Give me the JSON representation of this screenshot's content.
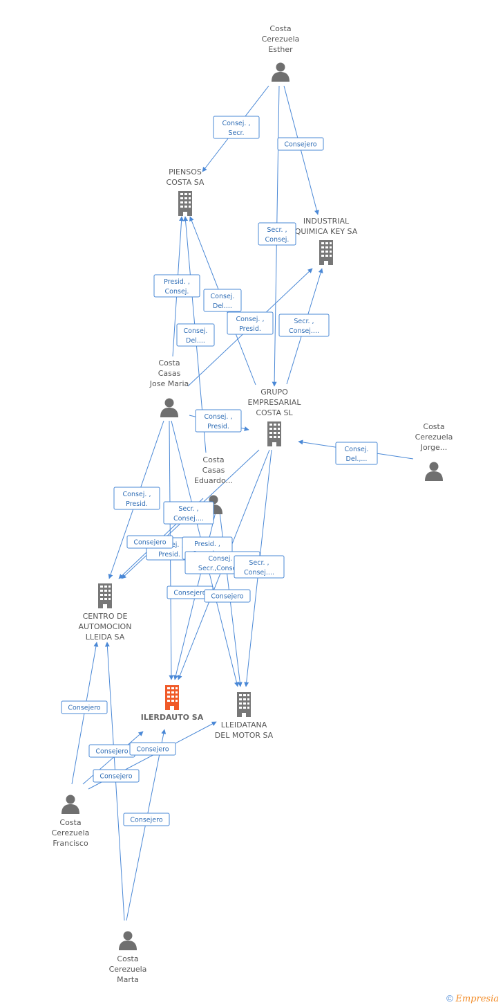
{
  "colors": {
    "edge": "#4a88d6",
    "company": "#777777",
    "focus_company": "#f05a28",
    "person": "#6f6f6f"
  },
  "nodes": {
    "esther": {
      "type": "person",
      "icon": "person-icon",
      "label": [
        "Costa",
        "Cerezuela",
        "Esther"
      ]
    },
    "piensos": {
      "type": "company",
      "icon": "building-icon",
      "label": [
        "PIENSOS",
        "COSTA SA"
      ]
    },
    "quimica": {
      "type": "company",
      "icon": "building-icon",
      "label": [
        "INDUSTRIAL",
        "QUIMICA KEY SA"
      ]
    },
    "josemaria": {
      "type": "person",
      "icon": "person-icon",
      "label": [
        "Costa",
        "Casas",
        "Jose Maria"
      ]
    },
    "grupo": {
      "type": "company",
      "icon": "building-icon",
      "label": [
        "GRUPO",
        "EMPRESARIAL",
        "COSTA SL"
      ]
    },
    "jorge": {
      "type": "person",
      "icon": "person-icon",
      "label": [
        "Costa",
        "Cerezuela",
        "Jorge..."
      ]
    },
    "eduardo": {
      "type": "person",
      "icon": "person-icon",
      "label": [
        "Costa",
        "Casas",
        "Eduardo..."
      ]
    },
    "centro": {
      "type": "company",
      "icon": "building-icon",
      "label": [
        "CENTRO DE",
        "AUTOMOCION",
        "LLEIDA SA"
      ]
    },
    "ilerdauto": {
      "type": "company",
      "icon": "building-icon",
      "focus": true,
      "label": [
        "ILERDAUTO SA"
      ]
    },
    "lleidatana": {
      "type": "company",
      "icon": "building-icon",
      "label": [
        "LLEIDATANA",
        "DEL MOTOR SA"
      ]
    },
    "francisco": {
      "type": "person",
      "icon": "person-icon",
      "label": [
        "Costa",
        "Cerezuela",
        "Francisco"
      ]
    },
    "marta": {
      "type": "person",
      "icon": "person-icon",
      "label": [
        "Costa",
        "Cerezuela",
        "Marta"
      ]
    }
  },
  "relations": [
    {
      "from": "esther",
      "to": "piensos",
      "label": [
        "Consej. ,",
        "Secr."
      ]
    },
    {
      "from": "esther",
      "to": "quimica",
      "label": [
        "Consejero"
      ]
    },
    {
      "from": "esther",
      "to": "grupo",
      "label": [
        "Secr. ,",
        "Consej."
      ]
    },
    {
      "from": "josemaria",
      "to": "piensos",
      "label": [
        "Presid. ,",
        "Consej."
      ]
    },
    {
      "from": "eduardo",
      "to": "piensos",
      "label": [
        "Consej.",
        "Del...."
      ]
    },
    {
      "from": "grupo",
      "to": "piensos",
      "label": [
        "Consej.",
        "Del...."
      ]
    },
    {
      "from": "josemaria",
      "to": "quimica",
      "label": [
        "Consej. ,",
        "Presid."
      ]
    },
    {
      "from": "grupo",
      "to": "quimica",
      "label": [
        "Secr. ,",
        "Consej...."
      ]
    },
    {
      "from": "josemaria",
      "to": "grupo",
      "label": [
        "Consej. ,",
        "Presid."
      ]
    },
    {
      "from": "jorge",
      "to": "grupo",
      "label": [
        "Consej.",
        "Del.,..."
      ]
    },
    {
      "from": "josemaria",
      "to": "centro",
      "label": [
        "Consej. ,",
        "Presid."
      ]
    },
    {
      "from": "eduardo",
      "to": "centro",
      "label": [
        "Secr. ,",
        "Consej...."
      ]
    },
    {
      "from": "grupo",
      "to": "centro",
      "label": [
        "Consej. ,",
        "Presid."
      ]
    },
    {
      "from": "josemaria",
      "to": "ilerdauto",
      "label": [
        "Consejero"
      ]
    },
    {
      "from": "eduardo",
      "to": "lleidatana",
      "label": [
        "Presid. ,",
        "Consej...."
      ]
    },
    {
      "from": "grupo",
      "to": "lleidatana",
      "label": [
        "Consej. ,",
        "Secr.,Consej...."
      ]
    },
    {
      "from": "josemaria",
      "to": "lleidatana",
      "label": [
        "Secr. ,",
        "Consej...."
      ]
    },
    {
      "from": "eduardo",
      "to": "ilerdauto",
      "label": [
        "Consejero"
      ]
    },
    {
      "from": "grupo",
      "to": "ilerdauto",
      "label": [
        "Consejero"
      ]
    },
    {
      "from": "francisco",
      "to": "centro",
      "label": [
        "Consejero"
      ]
    },
    {
      "from": "francisco",
      "to": "ilerdauto",
      "label": [
        "Consejero"
      ]
    },
    {
      "from": "francisco",
      "to": "lleidatana",
      "label": [
        "Consejero"
      ]
    },
    {
      "from": "marta",
      "to": "centro",
      "label": [
        "Consejero"
      ]
    },
    {
      "from": "marta",
      "to": "ilerdauto",
      "label": [
        "Consejero"
      ]
    }
  ],
  "footer": {
    "copyright": "©",
    "brand": "Empresia"
  }
}
